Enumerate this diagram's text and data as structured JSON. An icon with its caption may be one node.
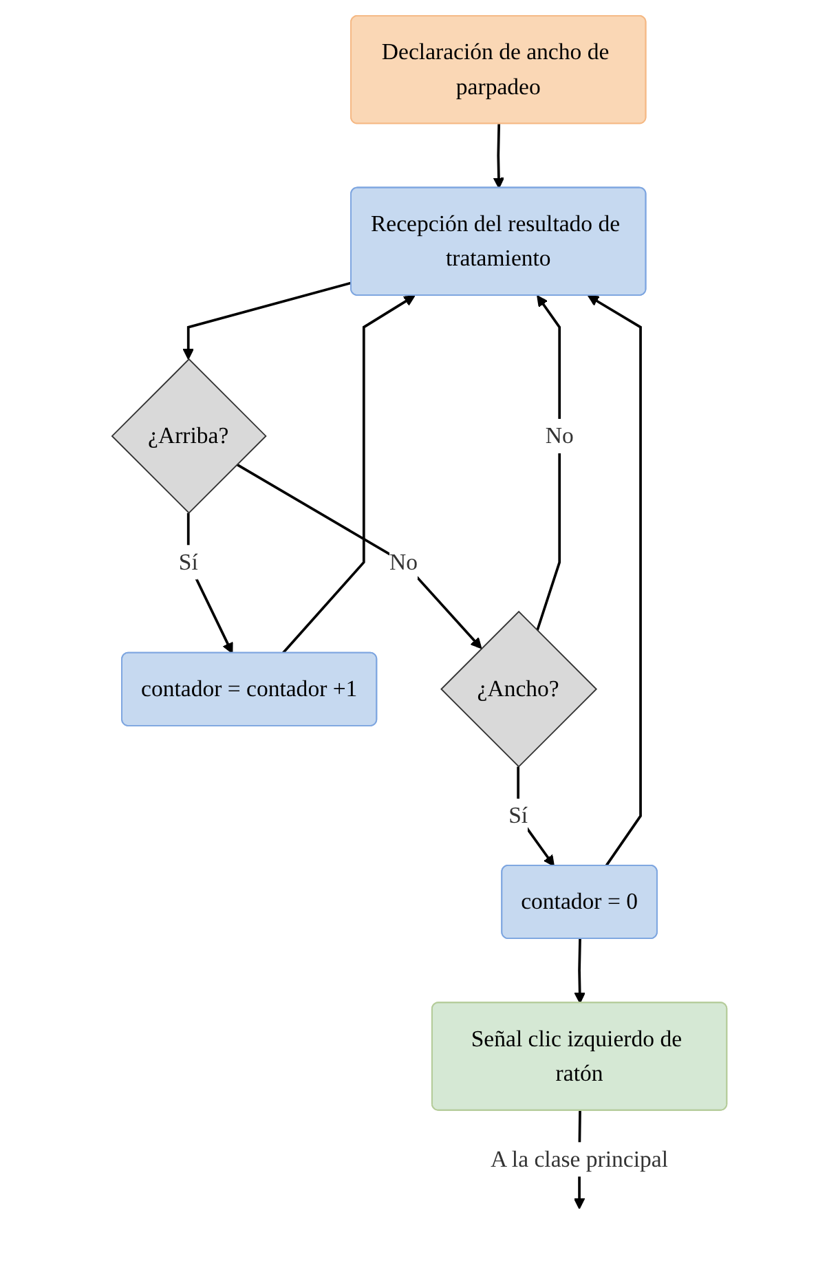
{
  "diagram": {
    "nodes": [
      {
        "text": [
          "Declaración de ancho de parpadeo"
        ]
      },
      {
        "text": [
          "Recepción del resultado de tratamiento"
        ]
      },
      {
        "text": [
          "¿Arriba?"
        ]
      },
      {
        "text": [
          "contador = contador +1"
        ]
      },
      {
        "text": [
          "¿Ancho?"
        ]
      },
      {
        "text": [
          "contador = 0"
        ]
      },
      {
        "text": [
          "Señal clic izquierdo de ratón"
        ]
      }
    ],
    "edges": [
      {
        "from": 0,
        "to": 1,
        "arrow": "to"
      },
      {
        "from": 1,
        "to": 2,
        "arrow": "to"
      },
      {
        "from": 2,
        "to": 3,
        "label": "Sí",
        "arrow": "to"
      },
      {
        "from": 3,
        "to": 1,
        "arrow": "to"
      },
      {
        "from": 2,
        "to": 4,
        "label": "No",
        "arrow": "to"
      },
      {
        "from": 4,
        "to": 1,
        "label": "No",
        "arrow": "to"
      },
      {
        "from": 4,
        "to": 5,
        "label": "Sí",
        "arrow": "to"
      },
      {
        "from": 5,
        "to": 1,
        "arrow": "to"
      },
      {
        "from": 5,
        "to": 6,
        "arrow": "to"
      },
      {
        "from": 6,
        "to": null,
        "label": "A la clase principal",
        "arrow": "to"
      }
    ]
  }
}
